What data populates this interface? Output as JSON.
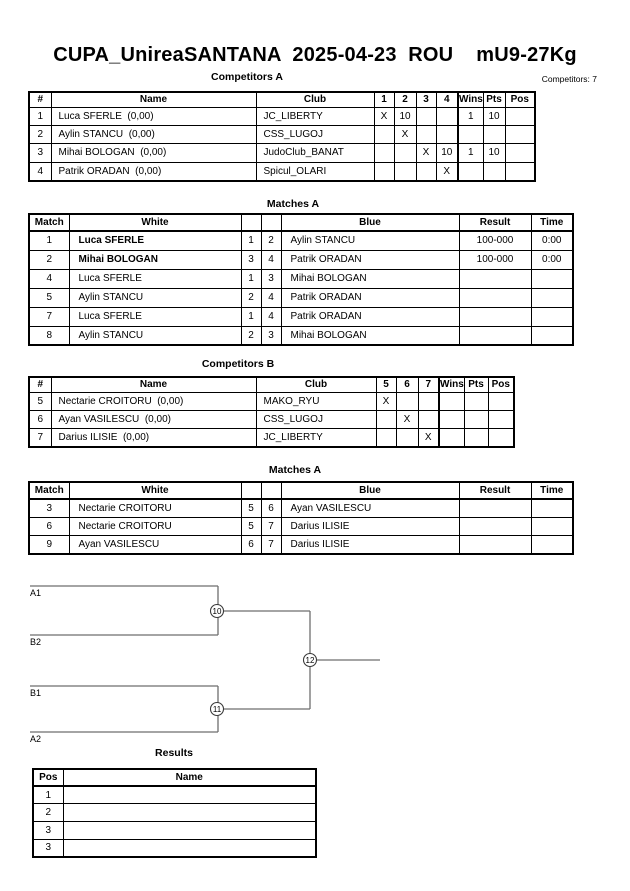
{
  "page": {
    "title": "CUPA_UnireaSANTANA  2025-04-23  ROU    mU9-27Kg",
    "competitors_count": "Competitors: 7"
  },
  "sections": {
    "competitors_a_title": "Competitors A",
    "matches_a_title": "Matches A",
    "competitors_b_title": "Competitors B",
    "matches_b_title": "Matches A",
    "results_title": "Results"
  },
  "tables": {
    "competitors_a": {
      "headers": [
        "#",
        "Name",
        "Club",
        "1",
        "2",
        "3",
        "4",
        "Wins",
        "Pts",
        "Pos"
      ],
      "rows": [
        [
          "1",
          "Luca SFERLE  (0,00)",
          "JC_LIBERTY",
          "X",
          "10",
          "",
          "",
          "1",
          "10",
          ""
        ],
        [
          "2",
          "Aylin STANCU  (0,00)",
          "CSS_LUGOJ",
          "",
          "X",
          "",
          "",
          "",
          "",
          ""
        ],
        [
          "3",
          "Mihai BOLOGAN  (0,00)",
          "JudoClub_BANAT",
          "",
          "",
          "X",
          "10",
          "1",
          "10",
          ""
        ],
        [
          "4",
          "Patrik ORADAN  (0,00)",
          "Spicul_OLARI",
          "",
          "",
          "",
          "X",
          "",
          "",
          ""
        ]
      ]
    },
    "matches_a": {
      "headers": [
        "Match",
        "White",
        "",
        "",
        "Blue",
        "Result",
        "Time"
      ],
      "rows": [
        [
          "1",
          "Luca SFERLE",
          "1",
          "2",
          "Aylin STANCU",
          "100-000",
          "0:00"
        ],
        [
          "2",
          "Mihai BOLOGAN",
          "3",
          "4",
          "Patrik ORADAN",
          "100-000",
          "0:00"
        ],
        [
          "4",
          "Luca SFERLE",
          "1",
          "3",
          "Mihai BOLOGAN",
          "",
          ""
        ],
        [
          "5",
          "Aylin STANCU",
          "2",
          "4",
          "Patrik ORADAN",
          "",
          ""
        ],
        [
          "7",
          "Luca SFERLE",
          "1",
          "4",
          "Patrik ORADAN",
          "",
          ""
        ],
        [
          "8",
          "Aylin STANCU",
          "2",
          "3",
          "Mihai BOLOGAN",
          "",
          ""
        ]
      ],
      "bold_white_rows": [
        0,
        1
      ]
    },
    "competitors_b": {
      "headers": [
        "#",
        "Name",
        "Club",
        "5",
        "6",
        "7",
        "Wins",
        "Pts",
        "Pos"
      ],
      "rows": [
        [
          "5",
          "Nectarie CROITORU  (0,00)",
          "MAKO_RYU",
          "X",
          "",
          "",
          "",
          "",
          ""
        ],
        [
          "6",
          "Ayan VASILESCU  (0,00)",
          "CSS_LUGOJ",
          "",
          "X",
          "",
          "",
          "",
          ""
        ],
        [
          "7",
          "Darius ILISIE  (0,00)",
          "JC_LIBERTY",
          "",
          "",
          "X",
          "",
          "",
          ""
        ]
      ]
    },
    "matches_b": {
      "headers": [
        "Match",
        "White",
        "",
        "",
        "Blue",
        "Result",
        "Time"
      ],
      "rows": [
        [
          "3",
          "Nectarie CROITORU",
          "5",
          "6",
          "Ayan VASILESCU",
          "",
          ""
        ],
        [
          "6",
          "Nectarie CROITORU",
          "5",
          "7",
          "Darius ILISIE",
          "",
          ""
        ],
        [
          "9",
          "Ayan VASILESCU",
          "6",
          "7",
          "Darius ILISIE",
          "",
          ""
        ]
      ]
    },
    "results": {
      "headers": [
        "Pos",
        "Name"
      ],
      "rows": [
        [
          "1",
          ""
        ],
        [
          "2",
          ""
        ],
        [
          "3",
          ""
        ],
        [
          "3",
          ""
        ]
      ]
    }
  },
  "bracket": {
    "slot_labels": [
      "A1",
      "B2",
      "B1",
      "A2"
    ],
    "node_numbers": [
      "10",
      "11",
      "12"
    ],
    "line_color": "#6e6e6e"
  }
}
